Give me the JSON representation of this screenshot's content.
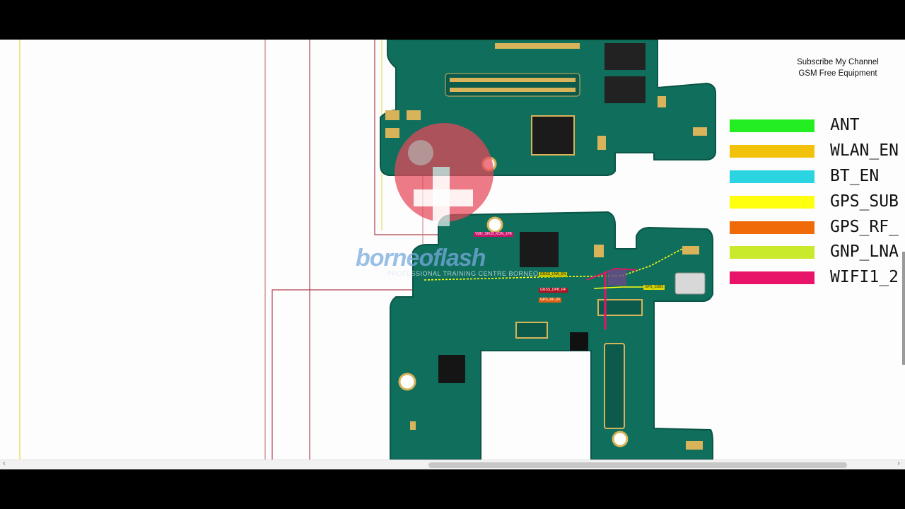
{
  "caption": {
    "line1": "Subscribe My Channel",
    "line2": "GSM Free Equipment"
  },
  "legend": [
    {
      "label": "ANT",
      "color": "#22ee22"
    },
    {
      "label": "WLAN_EN",
      "color": "#f2c20a"
    },
    {
      "label": "BT_EN",
      "color": "#2ad4e0"
    },
    {
      "label": "GPS_SUB",
      "color": "#ffff10"
    },
    {
      "label": "GPS_RF_",
      "color": "#f06a0a"
    },
    {
      "label": "GNP_LNA",
      "color": "#c8ea2a"
    },
    {
      "label": "WIFI1_2",
      "color": "#e8146a"
    }
  ],
  "watermark": {
    "brand": "borneoflash",
    "tagline": "PROFESSIONAL TRAINING CENTRE BORNEO"
  },
  "board": {
    "net_labels": [
      {
        "text": "VDD_SHLB_KON_1P8",
        "color": "#c8146a"
      },
      {
        "text": "GNSS_LNA_EN",
        "color": "#c8c800"
      },
      {
        "text": "GNSS_DPB_RF",
        "color": "#b01020"
      },
      {
        "text": "GPS_RF_IN",
        "color": "#e06010"
      },
      {
        "text": "GPS_SUB2",
        "color": "#d8d800"
      }
    ],
    "colors": {
      "pcb": "#0f6e5c",
      "pcb_edge": "#0a5546",
      "gold": "#d9b35a"
    }
  },
  "scrollbar": {
    "left_arrow": "‹",
    "right_arrow": "›"
  }
}
